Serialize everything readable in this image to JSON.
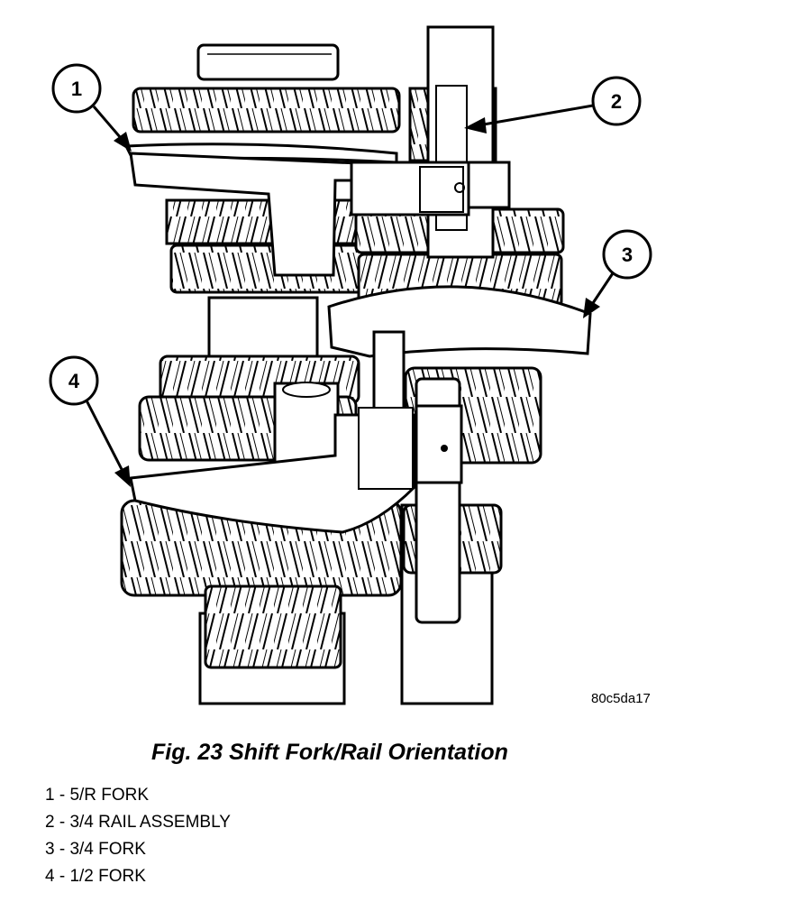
{
  "figure": {
    "reference_code": "80c5da17",
    "caption": "Fig. 23 Shift Fork/Rail Orientation"
  },
  "callouts": [
    {
      "number": "1"
    },
    {
      "number": "2"
    },
    {
      "number": "3"
    },
    {
      "number": "4"
    }
  ],
  "legend": [
    {
      "text": "1 - 5/R FORK"
    },
    {
      "text": "2 - 3/4 RAIL ASSEMBLY"
    },
    {
      "text": "3 - 3/4 FORK"
    },
    {
      "text": "4 - 1/2 FORK"
    }
  ]
}
